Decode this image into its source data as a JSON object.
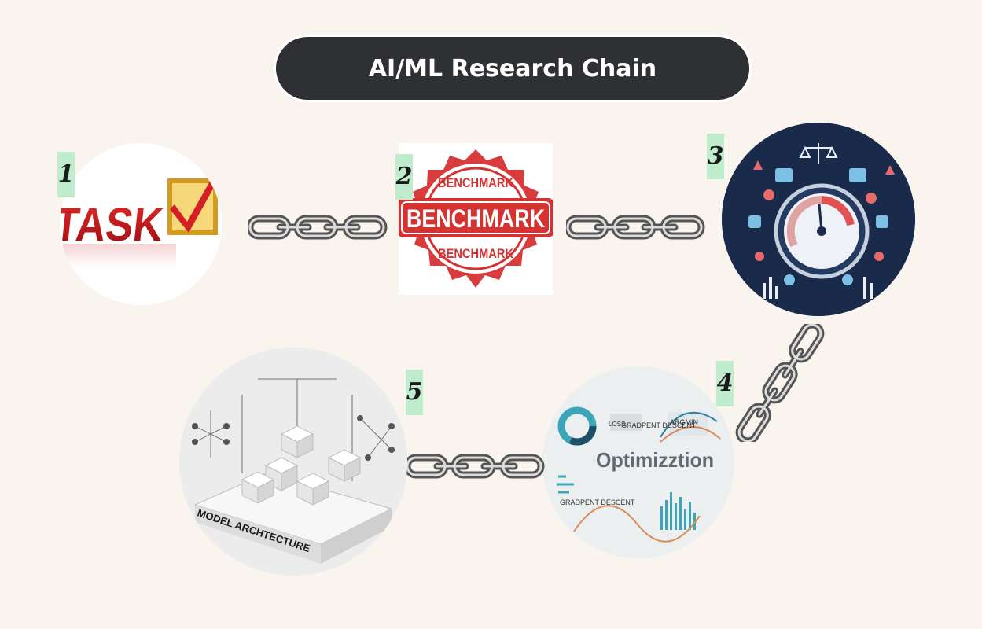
{
  "title": "AI/ML Research Chain",
  "steps": [
    {
      "number": "1",
      "image_text": "TASK"
    },
    {
      "number": "2",
      "image_text": "BENCHMARK"
    },
    {
      "number": "3"
    },
    {
      "number": "4",
      "image_text": "Optimizztion",
      "small_labels": [
        "GRADPENT DESCENT",
        "ARGMIN",
        "LOSS",
        "GRADPENT DESCENT"
      ]
    },
    {
      "number": "5",
      "image_text": "MODEL ARCHTECTURE"
    }
  ],
  "colors": {
    "background": "#f9f5ee",
    "title_pill": "#2f3034",
    "number_tag": "#bfeccc",
    "benchmark_red": "#d63232",
    "task_red": "#c8161d",
    "gauge_navy": "#1a2a4a"
  }
}
